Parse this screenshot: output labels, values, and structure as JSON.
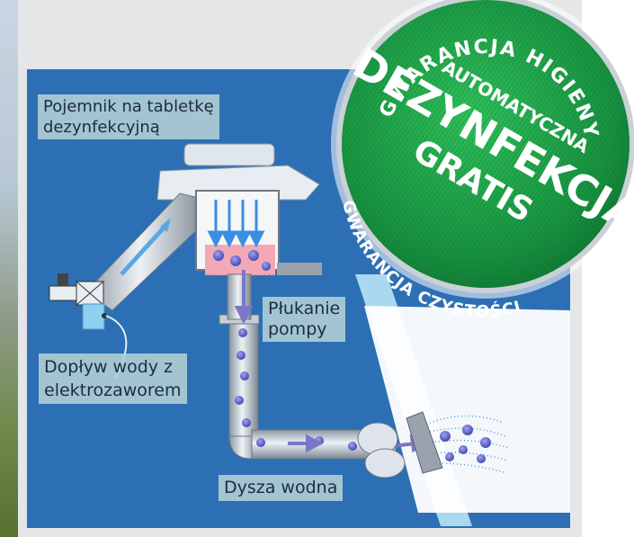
{
  "labels": {
    "tablet_container": "Pojemnik na tabletkę\ndezynfekcyjną",
    "pump_rinse": "Płukanie\npompy",
    "water_inlet": "Dopływ wody z\nelektrozaworem",
    "water_nozzle": "Dysza wodna"
  },
  "badge": {
    "top_arc": "GWARANCJA HIGIENY",
    "bottom_arc": "GWARANCJA CZYSTOŚCI",
    "line1": "AUTOMATYCZNA",
    "line2": "DEZYNFEKCJA",
    "line3": "GRATIS"
  },
  "colors": {
    "panel_blue": "#2d6fb4",
    "panel_gray": "#e4e6e8",
    "badge_green": "#1f9a45",
    "flow_arrow": "#7a76c8",
    "label_bg": "#b4d2d6"
  }
}
